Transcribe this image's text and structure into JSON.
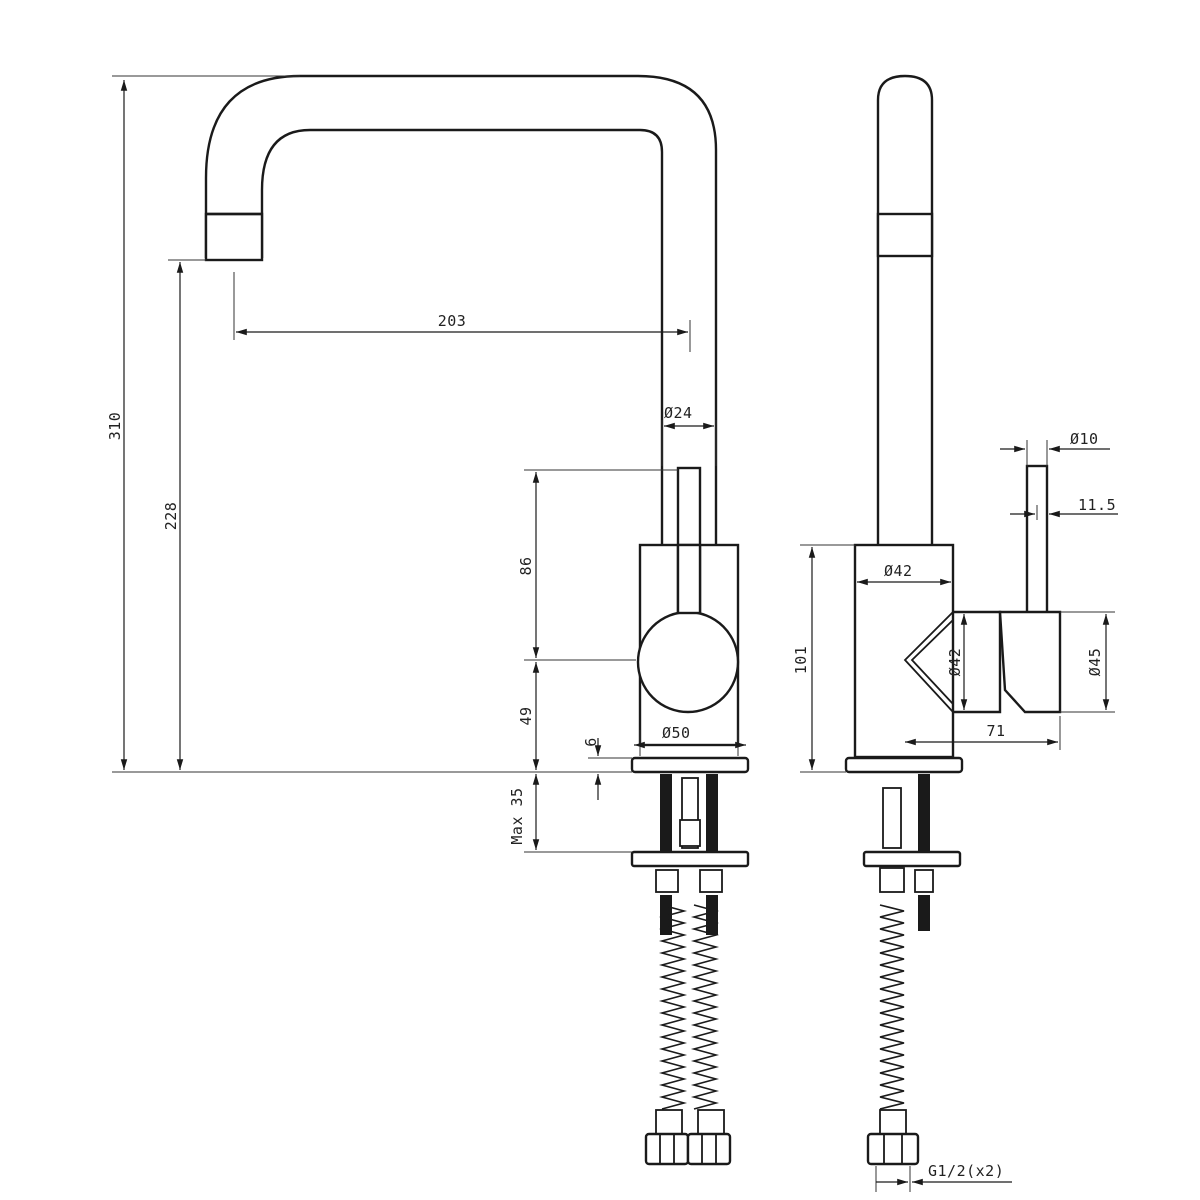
{
  "dimensions": {
    "total_height": "310",
    "spout_height": "228",
    "spout_reach": "203",
    "spout_diameter": "24",
    "handle_height": "86",
    "body_lower_height": "49",
    "body_diameter": "50",
    "base_plate": "6",
    "max_deck": "Max 35",
    "side_body_diameter": "42",
    "side_height": "101",
    "side_outlet_diameter": "42",
    "lever_diameter": "10",
    "lever_offset": "11.5",
    "lever_hub_diameter": "45",
    "lever_reach": "71",
    "hose_thread": "G1/2(x2)"
  },
  "symbols": {
    "diameter": "Ø"
  }
}
